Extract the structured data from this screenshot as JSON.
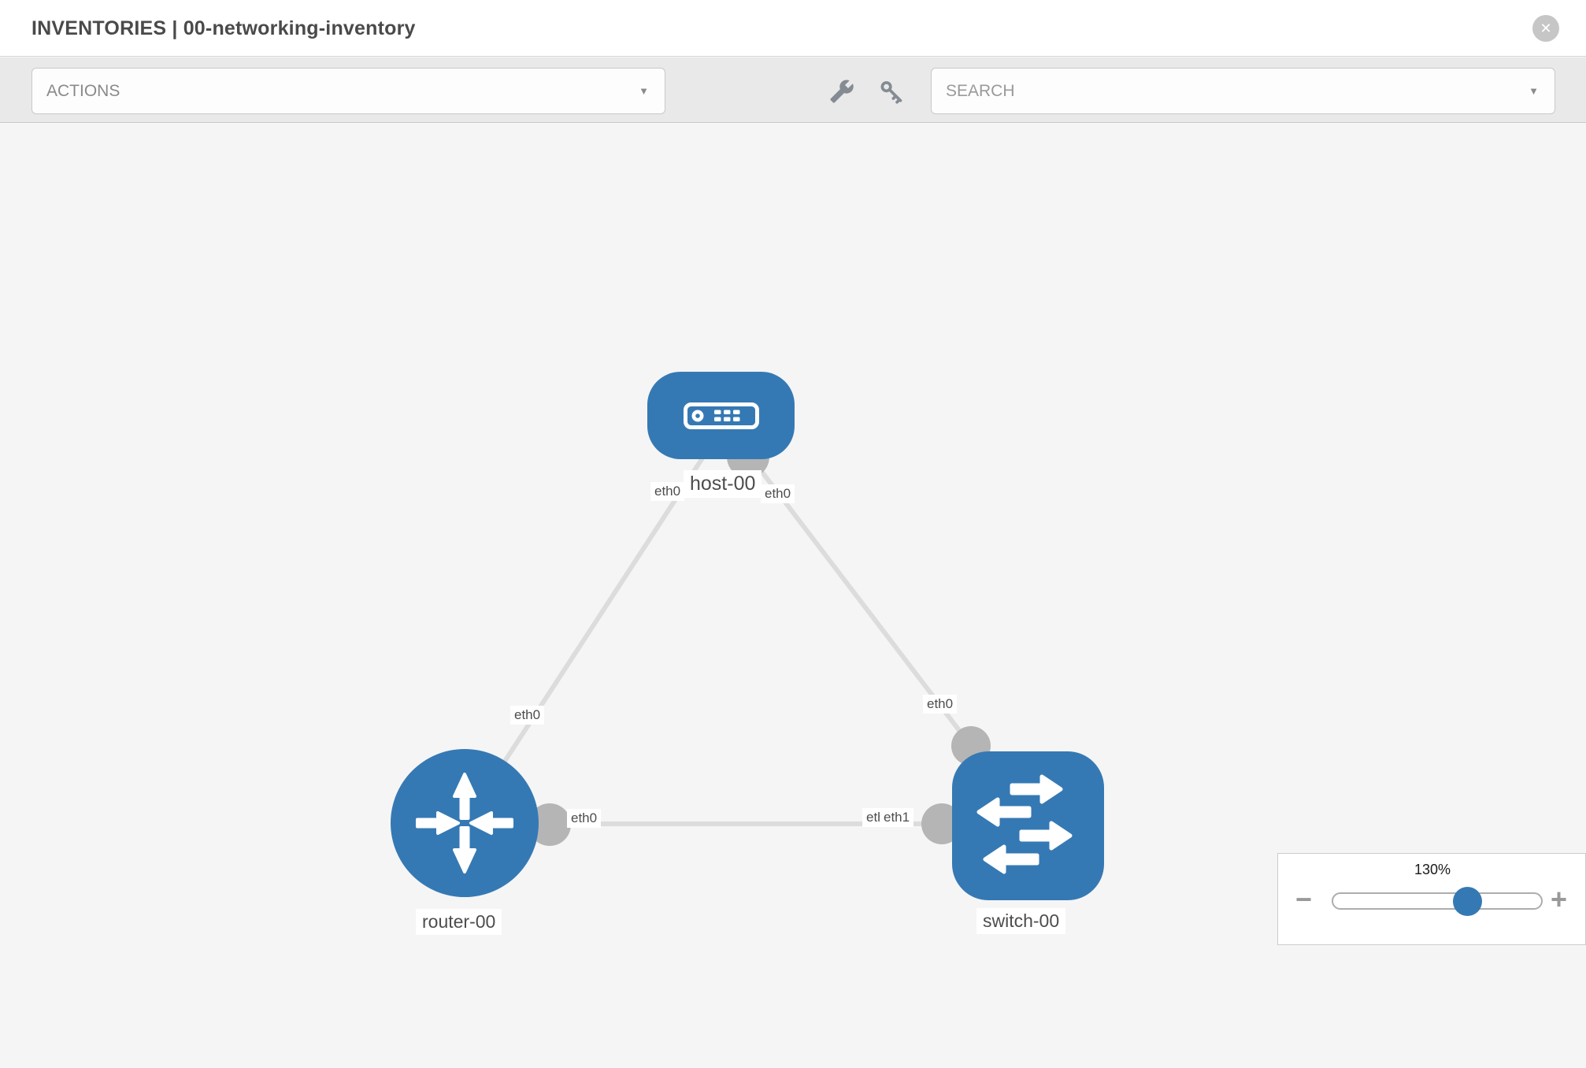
{
  "header": {
    "title": "INVENTORIES | 00-networking-inventory",
    "close_glyph": "✕"
  },
  "toolbar": {
    "actions_placeholder": "ACTIONS",
    "search_placeholder": "SEARCH",
    "caret_glyph": "▼",
    "icons": [
      "wrench-icon",
      "key-icon"
    ]
  },
  "canvas": {
    "nodes": [
      {
        "id": "host-00",
        "type": "host",
        "label": "host-00"
      },
      {
        "id": "router-00",
        "type": "router",
        "label": "router-00"
      },
      {
        "id": "switch-00",
        "type": "switch",
        "label": "switch-00"
      }
    ],
    "links": [
      {
        "from": "host-00",
        "to": "router-00",
        "from_port": "eth0",
        "to_port": "eth0"
      },
      {
        "from": "host-00",
        "to": "switch-00",
        "from_port": "eth0",
        "to_port": "eth0"
      },
      {
        "from": "router-00",
        "to": "switch-00",
        "from_port": "eth0",
        "to_port": "eth1"
      }
    ],
    "port_labels": [
      "eth0",
      "eth0",
      "eth0",
      "eth0",
      "eth0",
      "eth1",
      "eth0"
    ]
  },
  "zoom_panel": {
    "value": "130%",
    "percent": 130,
    "minus_glyph": "−",
    "plus_glyph": "+"
  },
  "colors": {
    "node_blue": "#3579b4",
    "link_gray": "#dcdcdc",
    "connector_gray": "#b5b5b5",
    "toolbar_bg": "#e9e9e9",
    "canvas_bg": "#f5f5f5"
  }
}
